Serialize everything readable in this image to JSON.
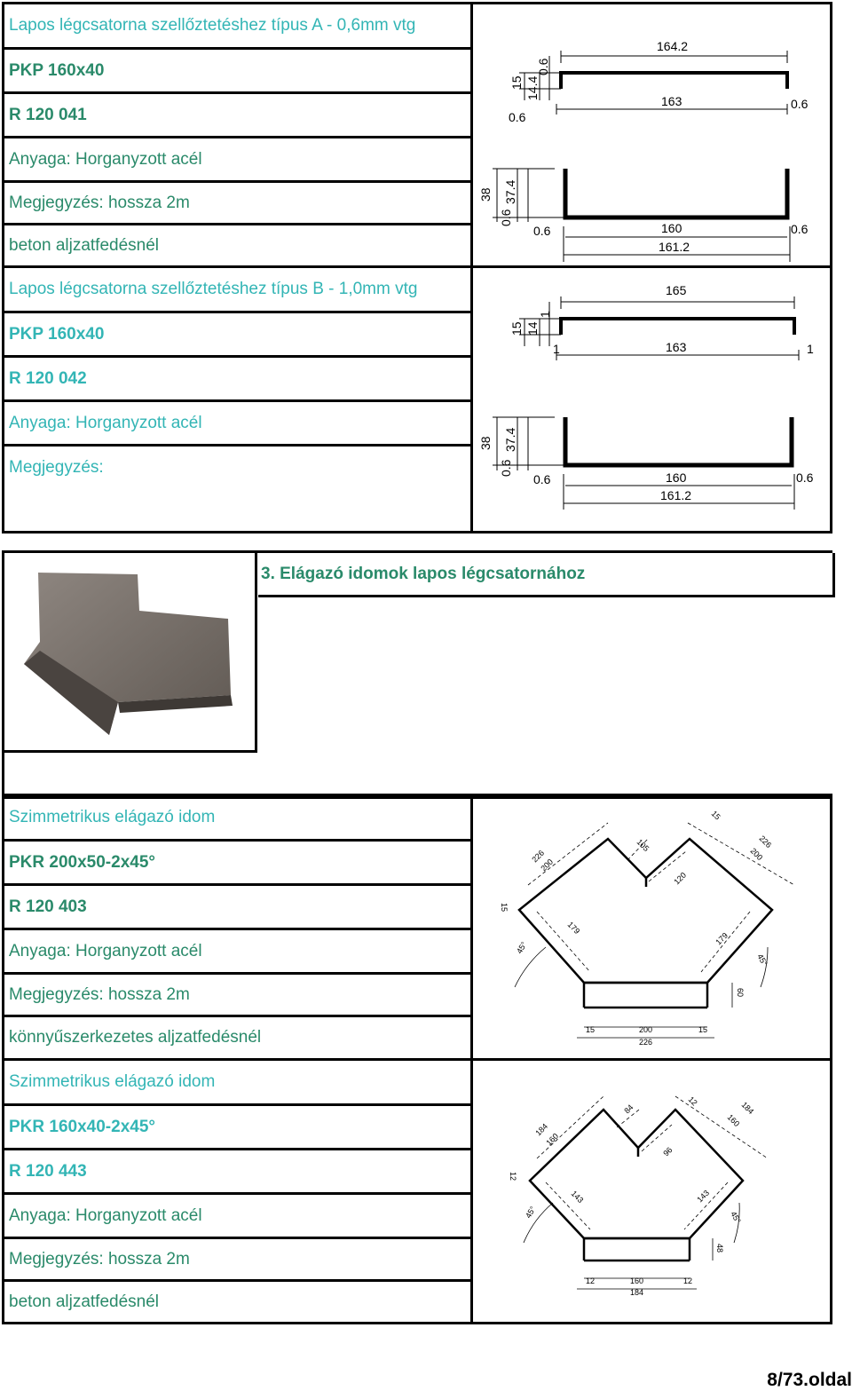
{
  "blockA": {
    "rows": [
      "Lapos légcsatorna szellőztetéshez típus A - 0,6mm vtg",
      "PKP 160x40",
      "R 120 041",
      "Anyaga: Horganyzott acél",
      "Megjegyzés: hossza 2m",
      "beton aljzatfedésnél"
    ],
    "drawing": {
      "top": {
        "width": "164.2",
        "inner": "163",
        "t_left": "0.6",
        "t_right": "0.6",
        "h1": "15",
        "h2": "14.4",
        "h3": "0.6"
      },
      "bottom": {
        "h1": "38",
        "h2": "37.4",
        "h3": "0.6",
        "inner": "160",
        "outer": "161.2",
        "t_left": "0.6",
        "t_right": "0.6"
      }
    }
  },
  "blockB": {
    "rows": [
      "Lapos légcsatorna szellőztetéshez típus B - 1,0mm vtg",
      "PKP 160x40",
      "R 120 042",
      "Anyaga: Horganyzott acél",
      "Megjegyzés:"
    ],
    "drawing": {
      "top": {
        "width": "165",
        "inner": "163",
        "t_left": "1",
        "t_right": "1",
        "h1": "15",
        "h2": "14",
        "h3": "1"
      },
      "bottom": {
        "h1": "38",
        "h2": "37.4",
        "h3": "0.6",
        "inner": "160",
        "outer": "161.2",
        "t_left": "0.6",
        "t_right": "0.6"
      }
    }
  },
  "section3": {
    "title": "3. Elágazó idomok lapos légcsatornához",
    "photo_alt": "Elágazó idom fotó"
  },
  "blockC": {
    "rows": [
      "Szimmetrikus elágazó idom",
      "PKR 200x50-2x45°",
      "R 120 403",
      "Anyaga: Horganyzott acél",
      "Megjegyzés: hossza 2m",
      "könnyűszerkezetes aljzatfedésnél"
    ],
    "drawing": {
      "d1": "226",
      "d2": "200",
      "d3": "105",
      "d4": "120",
      "d5": "15",
      "d6": "226",
      "d7": "200",
      "d8": "179",
      "d9": "179",
      "d10": "60",
      "d11": "200",
      "d12": "226",
      "d13": "15",
      "d14": "15",
      "angle_l": "45°",
      "angle_r": "45°",
      "d15": "15"
    }
  },
  "blockD": {
    "rows": [
      "Szimmetrikus elágazó idom",
      "PKR 160x40-2x45°",
      "R 120 443",
      "Anyaga: Horganyzott acél",
      "Megjegyzés: hossza 2m",
      "beton aljzatfedésnél"
    ],
    "drawing": {
      "d1": "184",
      "d2": "160",
      "d3": "84",
      "d4": "96",
      "d5": "12",
      "d6": "184",
      "d7": "160",
      "d8": "143",
      "d9": "143",
      "d10": "48",
      "d11": "160",
      "d12": "184",
      "d13": "12",
      "d14": "12",
      "angle_l": "45°",
      "angle_r": "45°",
      "d15": "12"
    }
  },
  "footer": {
    "page": "8/73.oldal"
  }
}
